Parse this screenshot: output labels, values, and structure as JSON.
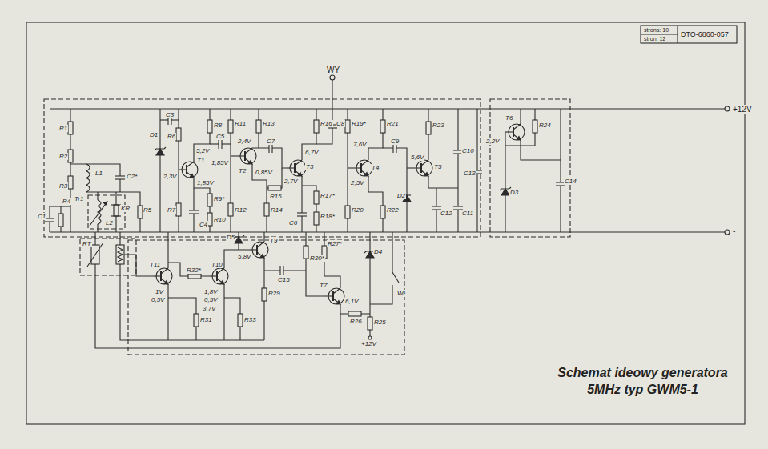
{
  "diagram": {
    "title": "Schemat ideowy generatora 5MHz typ GWM5-1",
    "labels": [
      "strona: 10",
      "stron: 12",
      "DTO-6860-057",
      "+12V",
      "-",
      "WY",
      "R1",
      "R2",
      "L1",
      "Tr1",
      "R3",
      "L2",
      "KR",
      "C2*",
      "C1",
      "R4",
      "R5",
      "D1",
      "C3",
      "R6",
      "R7",
      "T1",
      "2,3V",
      "5,2V",
      "R8",
      "C5",
      "1,85V",
      "R9*",
      "C4",
      "R10",
      "R11",
      "R12",
      "T2",
      "2,4V",
      "1,85V",
      "0,85V",
      "R13",
      "C7",
      "R15",
      "R14",
      "T3",
      "2,7V",
      "6,7V",
      "R16",
      "C8",
      "R17*",
      "C6",
      "R18*",
      "R19*",
      "R20",
      "T4",
      "2,5V",
      "7,6V",
      "C9",
      "R21",
      "R22",
      "T5",
      "5,6V",
      "R23",
      "D2",
      "C10",
      "C12",
      "C11",
      "C13",
      "T6",
      "2,2V",
      "R24",
      "D3",
      "C14",
      "RT",
      "T11",
      "1V",
      "0,5V",
      "R32*",
      "T10",
      "1,8V",
      "0,5V",
      "D5",
      "T9",
      "5,8V",
      "C15",
      "R29",
      "3,7V",
      "R31",
      "R33",
      "R30*",
      "R27*",
      "T7",
      "6,1V",
      "R26",
      "R25",
      "+12V",
      "D4",
      "WŁ"
    ]
  }
}
